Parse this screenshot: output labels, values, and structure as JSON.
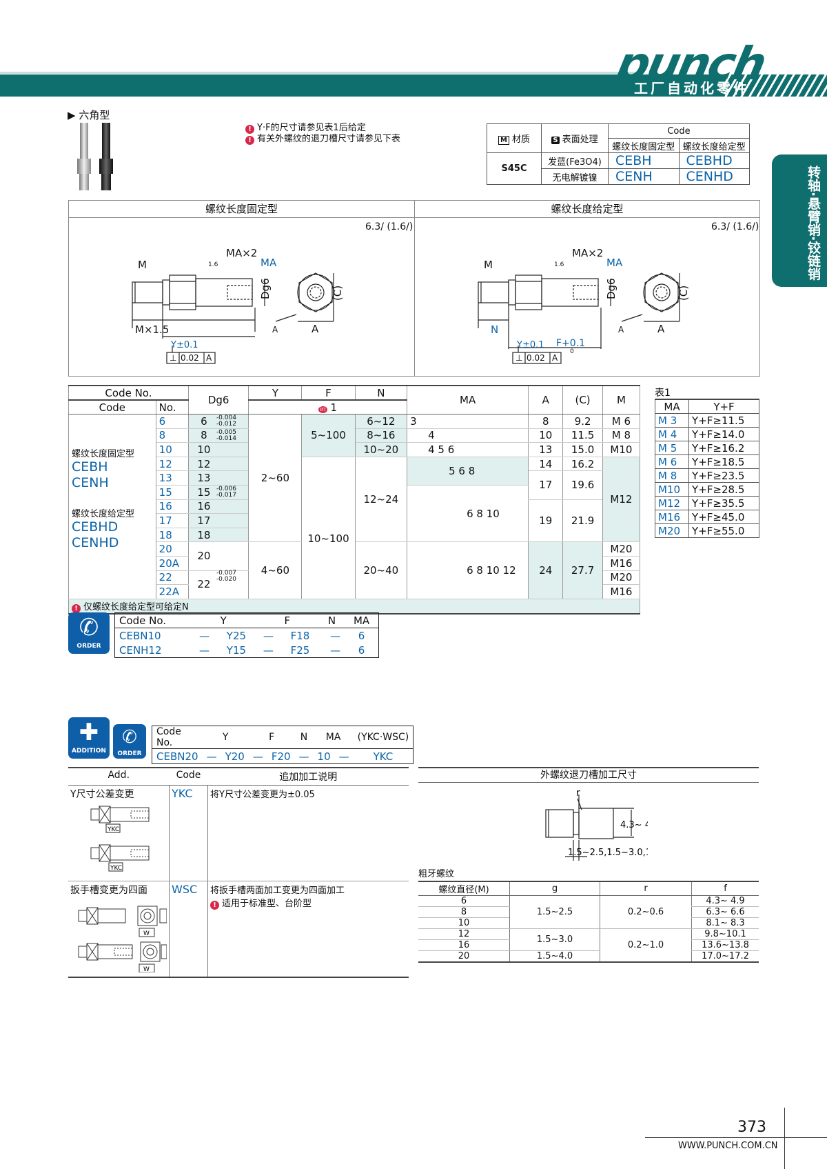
{
  "header": {
    "brand": "punch",
    "subtitle": "工厂自动化零件",
    "side_tab": "转轴·悬臂销·铰链销"
  },
  "section_title": "六角型",
  "notes": [
    "Y·F的尺寸请参见表1后给定",
    "有关外螺纹的退刀槽尺寸请参见下表"
  ],
  "material_table": {
    "h_material": "材质",
    "h_material_icon": "M",
    "h_surface": "表面处理",
    "h_surface_icon": "S",
    "h_code": "Code",
    "h_fixed": "螺纹长度固定型",
    "h_spec": "螺纹长度给定型",
    "material": "S45C",
    "rows": [
      {
        "surface": "发蓝(Fe3O4)",
        "fixed": "CEBH",
        "spec": "CEBHD"
      },
      {
        "surface": "无电解镀镍",
        "fixed": "CENH",
        "spec": "CENHD"
      }
    ]
  },
  "drawings": {
    "left_title": "螺纹长度固定型",
    "right_title": "螺纹长度给定型",
    "roughness": "6.3/ (1.6/)",
    "labels": {
      "m": "M",
      "max2": "MA×2",
      "ma": "MA",
      "dg6": "Dg6",
      "c": "(C)",
      "a": "A",
      "mx15": "M×1.5",
      "n": "N",
      "y": "Y±0.1",
      "f": "F+0.1",
      "f_lower": "0",
      "r16": "1.6",
      "datum": "A",
      "perp": "⊥",
      "perp_val": "0.02",
      "perp_ref": "A"
    }
  },
  "spec_table": {
    "h_codeno": "Code No.",
    "h_code": "Code",
    "h_no": "No.",
    "h_dg6": "Dg6",
    "h_y": "Y",
    "h_f": "F",
    "h_n": "N",
    "h_in": "in",
    "h_in1": "1",
    "h_ma": "MA",
    "h_a": "A",
    "h_c": "(C)",
    "h_m": "M",
    "fixed_label": "螺纹长度固定型",
    "fixed_codes": [
      "CEBH",
      "CENH"
    ],
    "spec_label": "螺纹长度给定型",
    "spec_codes": [
      "CEBHD",
      "CENHD"
    ],
    "rows": [
      {
        "no": "6",
        "d": "6"
      },
      {
        "no": "8",
        "d": "8"
      },
      {
        "no": "10",
        "d": "10"
      },
      {
        "no": "12",
        "d": "12"
      },
      {
        "no": "13",
        "d": "13"
      },
      {
        "no": "15",
        "d": "15"
      },
      {
        "no": "16",
        "d": "16"
      },
      {
        "no": "17",
        "d": "17"
      },
      {
        "no": "18",
        "d": "18"
      },
      {
        "no": "20",
        "d": "20"
      },
      {
        "no": "20A",
        "d": ""
      },
      {
        "no": "22",
        "d": "22"
      },
      {
        "no": "22A",
        "d": ""
      }
    ],
    "tol": [
      "-0.004\n-0.012",
      "-0.005\n-0.014",
      "-0.006\n-0.017",
      "-0.007\n-0.020"
    ],
    "y": [
      "2~60",
      "4~60"
    ],
    "f": [
      "5~100",
      "10~100"
    ],
    "n": [
      "6~12",
      "8~16",
      "10~20",
      "12~24",
      "20~40"
    ],
    "ma": [
      "3",
      "4",
      "4  5  6",
      "5  6  8",
      "6  8  10",
      "6  8  10  12"
    ],
    "a": [
      "8",
      "10",
      "13",
      "14",
      "17",
      "19",
      "24"
    ],
    "c": [
      "9.2",
      "11.5",
      "15.0",
      "16.2",
      "19.6",
      "21.9",
      "27.7"
    ],
    "m": [
      "M 6",
      "M 8",
      "M10",
      "M12",
      "M20",
      "M16",
      "M20",
      "M16"
    ],
    "footnote": "仅螺纹长度给定型可给定N"
  },
  "table1": {
    "title": "表1",
    "h_ma": "MA",
    "h_yf": "Y+F",
    "rows": [
      {
        "ma": "M 3",
        "yf": "Y+F≥11.5"
      },
      {
        "ma": "M 4",
        "yf": "Y+F≥14.0"
      },
      {
        "ma": "M 5",
        "yf": "Y+F≥16.2"
      },
      {
        "ma": "M 6",
        "yf": "Y+F≥18.5"
      },
      {
        "ma": "M 8",
        "yf": "Y+F≥23.5"
      },
      {
        "ma": "M10",
        "yf": "Y+F≥28.5"
      },
      {
        "ma": "M12",
        "yf": "Y+F≥35.5"
      },
      {
        "ma": "M16",
        "yf": "Y+F≥45.0"
      },
      {
        "ma": "M20",
        "yf": "Y+F≥55.0"
      }
    ]
  },
  "order1": {
    "badge": "ORDER",
    "headers": [
      "Code No.",
      "Y",
      "F",
      "N",
      "MA"
    ],
    "rows": [
      [
        "CEBN10",
        "—",
        "Y25",
        "—",
        "F18",
        "—",
        "6"
      ],
      [
        "CENH12",
        "—",
        "Y15",
        "—",
        "F25",
        "—",
        "6"
      ]
    ]
  },
  "order2": {
    "badge_add": "ADDITION",
    "badge_order": "ORDER",
    "headers": [
      "Code No.",
      "Y",
      "F",
      "N",
      "MA",
      "(YKC·WSC)"
    ],
    "row": [
      "CEBN20",
      "—",
      "Y20",
      "—",
      "F20",
      "—",
      "10",
      "—",
      "YKC"
    ]
  },
  "addition_table": {
    "h_add": "Add.",
    "h_code": "Code",
    "h_desc": "追加加工说明",
    "rows": [
      {
        "add": "Y尺寸公差变更",
        "code": "YKC",
        "desc": "将Y尺寸公差变更为±0.05",
        "note": "",
        "fig": "YKC"
      },
      {
        "add": "扳手槽变更为四面",
        "code": "WSC",
        "desc": "将扳手槽两面加工变更为四面加工",
        "note": "适用于标准型、台阶型",
        "fig": "W"
      }
    ]
  },
  "groove": {
    "title": "外螺纹退刀槽加工尺寸",
    "r": "r",
    "f": [
      "4.3~ 4.9",
      "6.3~ 6.6",
      "8.1~ 8.3",
      "9.8~10.1",
      "13.6~13.8",
      "17.0~17.2"
    ],
    "g": [
      "1.5~2.5",
      "1.5~3.0",
      "1.5~4.0"
    ],
    "subtitle": "粗牙螺纹",
    "headers": [
      "螺纹直径(M)",
      "g",
      "r",
      "f"
    ],
    "dia": [
      "6",
      "8",
      "10",
      "12",
      "16",
      "20"
    ],
    "r_vals": [
      "0.2~0.6",
      "0.2~1.0"
    ]
  },
  "footer": {
    "page": "373",
    "url": "WWW.PUNCH.COM.CN"
  }
}
